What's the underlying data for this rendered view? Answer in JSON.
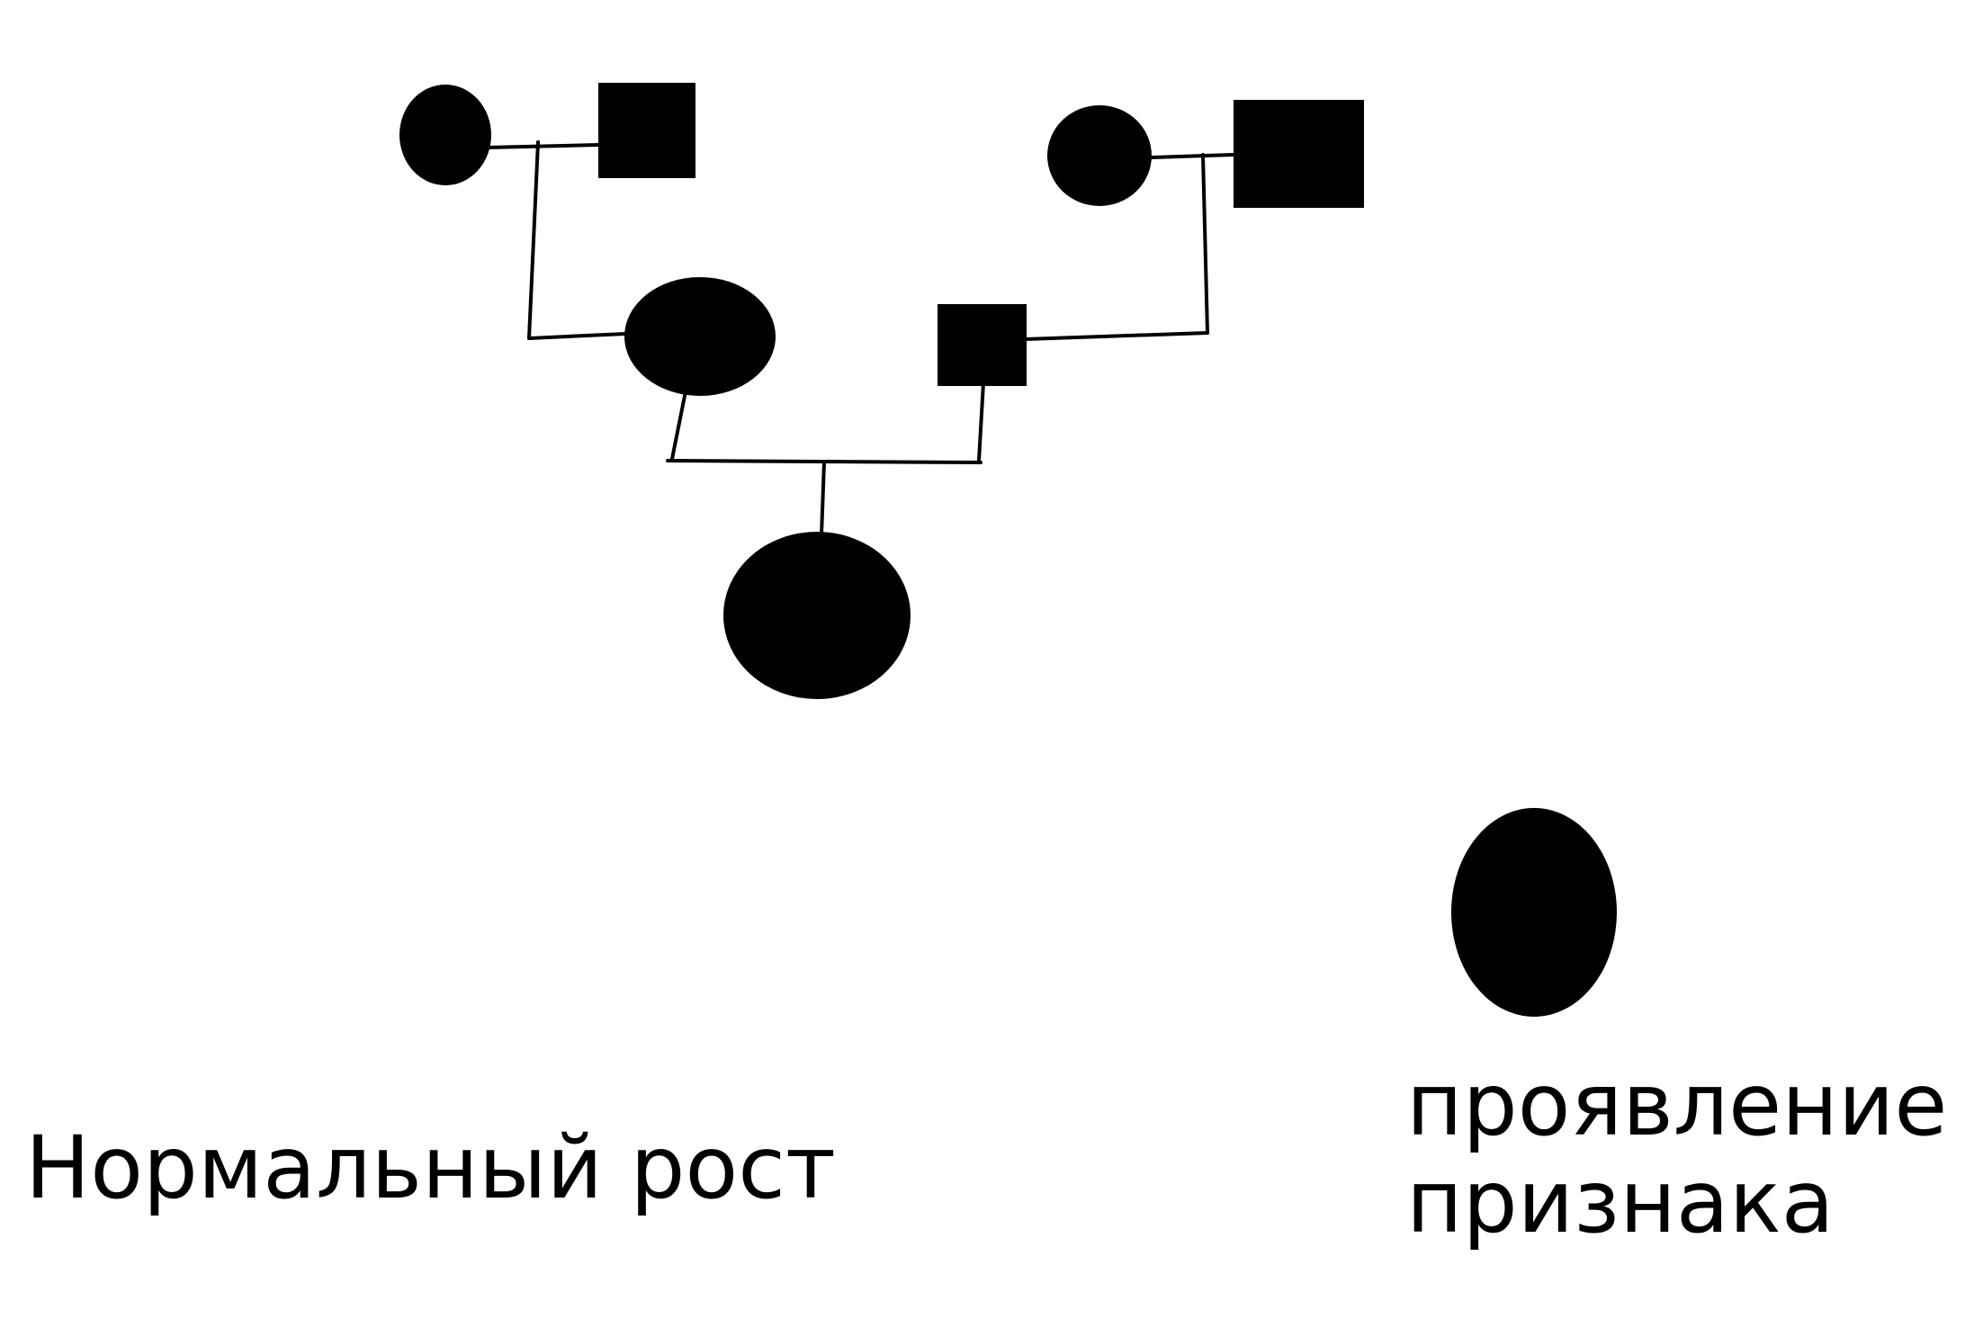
{
  "colors": {
    "background": "#ffffff",
    "symbol_fill": "#000000",
    "line": "#000000"
  },
  "pedigree": {
    "generation_1": {
      "left_couple": [
        "female-affected",
        "male-affected"
      ],
      "right_couple": [
        "female-affected",
        "male-affected"
      ]
    },
    "generation_2": {
      "couple": [
        "female-affected",
        "male-affected"
      ]
    },
    "generation_3": {
      "child": "female-affected"
    }
  },
  "legend": {
    "normal_label": "Нормальный рост",
    "trait_symbol": "female-affected",
    "trait_label_line1": "проявление",
    "trait_label_line2": "признака"
  }
}
